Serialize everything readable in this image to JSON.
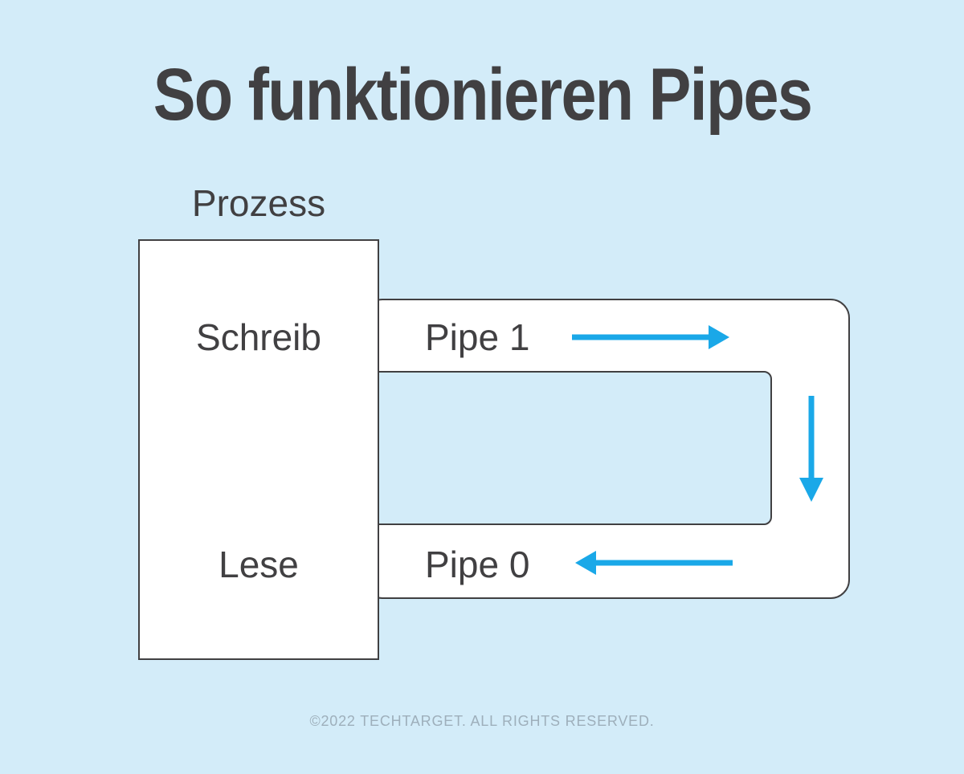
{
  "title": "So funktionieren Pipes",
  "diagram": {
    "process_label": "Prozess",
    "write_label": "Schreib",
    "read_label": "Lese",
    "pipe1_label": "Pipe 1",
    "pipe0_label": "Pipe 0",
    "icons": {
      "pipe1_arrow": "arrow-right-icon",
      "pipe0_arrow": "arrow-left-icon",
      "transfer_arrow": "arrow-down-icon"
    }
  },
  "footer": {
    "copyright": "©2022 TECHTARGET. ALL RIGHTS RESERVED."
  },
  "colors": {
    "background": "#d3ecf9",
    "outline": "#414042",
    "text": "#414042",
    "arrow": "#1aa8e8",
    "footer_text": "#9eafbb",
    "box_fill": "#ffffff"
  }
}
